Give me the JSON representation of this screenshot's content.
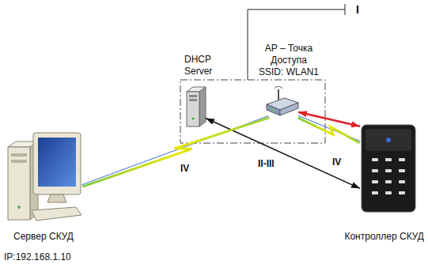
{
  "diagram": {
    "nodes": [
      {
        "text": [
          "DHCP Server"
        ]
      },
      {
        "text": [
          "AP – Точка Доступа",
          "SSID: WLAN1"
        ]
      },
      {
        "text": [
          "Сервер СКУД",
          "IP:192.168.1.10"
        ]
      },
      {
        "text": [
          "Контроллер СКУД"
        ]
      }
    ],
    "edges": [
      {
        "from": 0,
        "to": 3,
        "arrow": "both",
        "label": "II-III"
      },
      {
        "from": 1,
        "to": 3,
        "arrow": "both"
      },
      {
        "from": 2,
        "to": 1,
        "arrow": "none",
        "label": "IV"
      },
      {
        "from": 1,
        "to": 3,
        "arrow": "none",
        "label": "IV"
      }
    ],
    "labels": [
      "I"
    ]
  }
}
